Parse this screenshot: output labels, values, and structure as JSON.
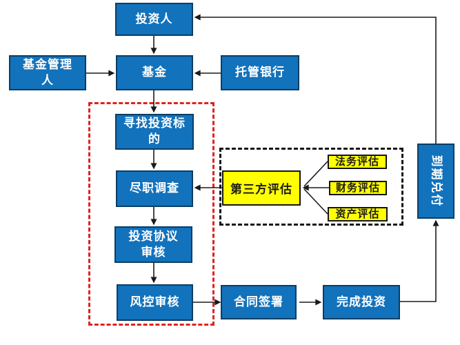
{
  "diagram": {
    "nodes": {
      "investor": {
        "label": "投资人"
      },
      "fund_manager": {
        "label": "基金管理人"
      },
      "fund": {
        "label": "基金"
      },
      "custodian_bank": {
        "label": "托管银行"
      },
      "find_targets": {
        "label": "寻找投资标的"
      },
      "due_diligence": {
        "label": "尽职调查"
      },
      "agreement_review": {
        "label": "投资协议审核"
      },
      "risk_review": {
        "label": "风控审核"
      },
      "contract_signing": {
        "label": "合同签署"
      },
      "complete_investment": {
        "label": "完成投资"
      },
      "maturity_payment": {
        "label": "到期兑付"
      },
      "third_party_eval": {
        "label": "第三方评估"
      },
      "legal_eval": {
        "label": "法务评估"
      },
      "financial_eval": {
        "label": "财务评估"
      },
      "asset_eval": {
        "label": "资产评估"
      }
    },
    "colors": {
      "node_blue": "#1272BC",
      "node_blue_border": "#0B3D63",
      "node_yellow": "#FFFF00",
      "yellow_border": "#141414",
      "red_dashed": "#E02220",
      "black_dashed": "#141414",
      "arrow": "#1A1A1A",
      "text_on_blue": "#FFFFFF",
      "text_on_yellow": "#1A1A1A"
    }
  }
}
